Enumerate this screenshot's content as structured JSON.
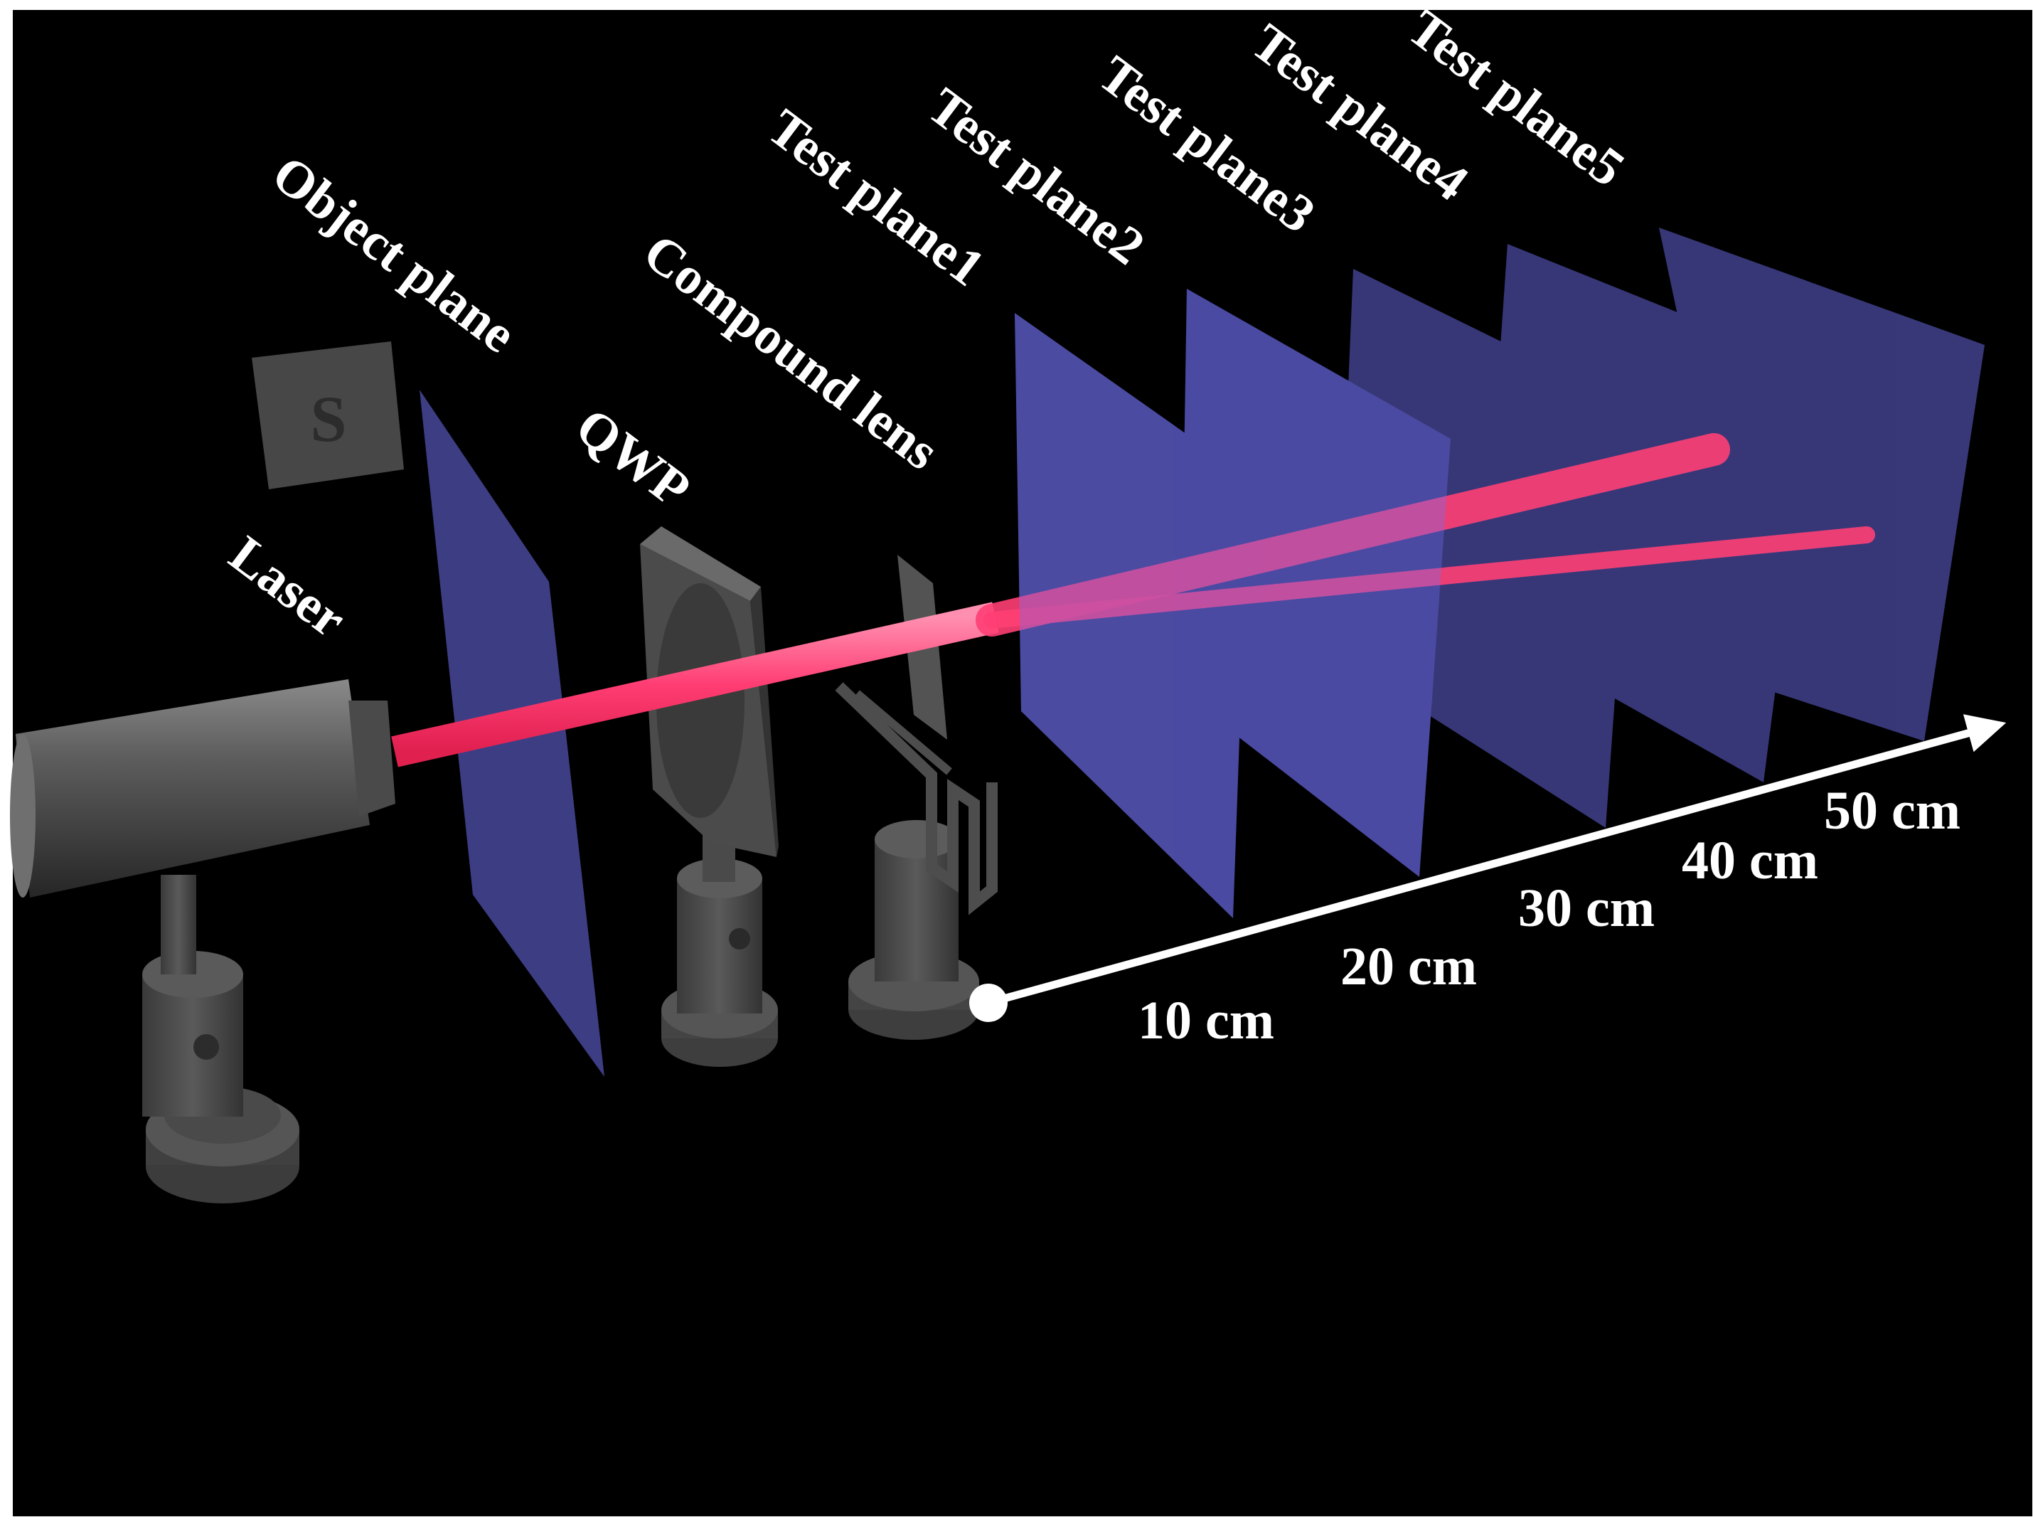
{
  "figure": {
    "background": "#000000",
    "plane_color": "#6f6ff0",
    "beam_color": "#ff3b73",
    "hardware_color": "#4a4a4a"
  },
  "labels": {
    "laser": "Laser",
    "object_plane": "Object  plane",
    "qwp": "QWP",
    "compound_lens": "Compound lens",
    "test_planes": [
      "Test plane1",
      "Test plane2",
      "Test plane3",
      "Test plane4",
      "Test plane5"
    ],
    "object_letter": "S"
  },
  "distance_axis": {
    "ticks": [
      "10 cm",
      "20 cm",
      "30 cm",
      "40 cm",
      "50 cm"
    ]
  }
}
